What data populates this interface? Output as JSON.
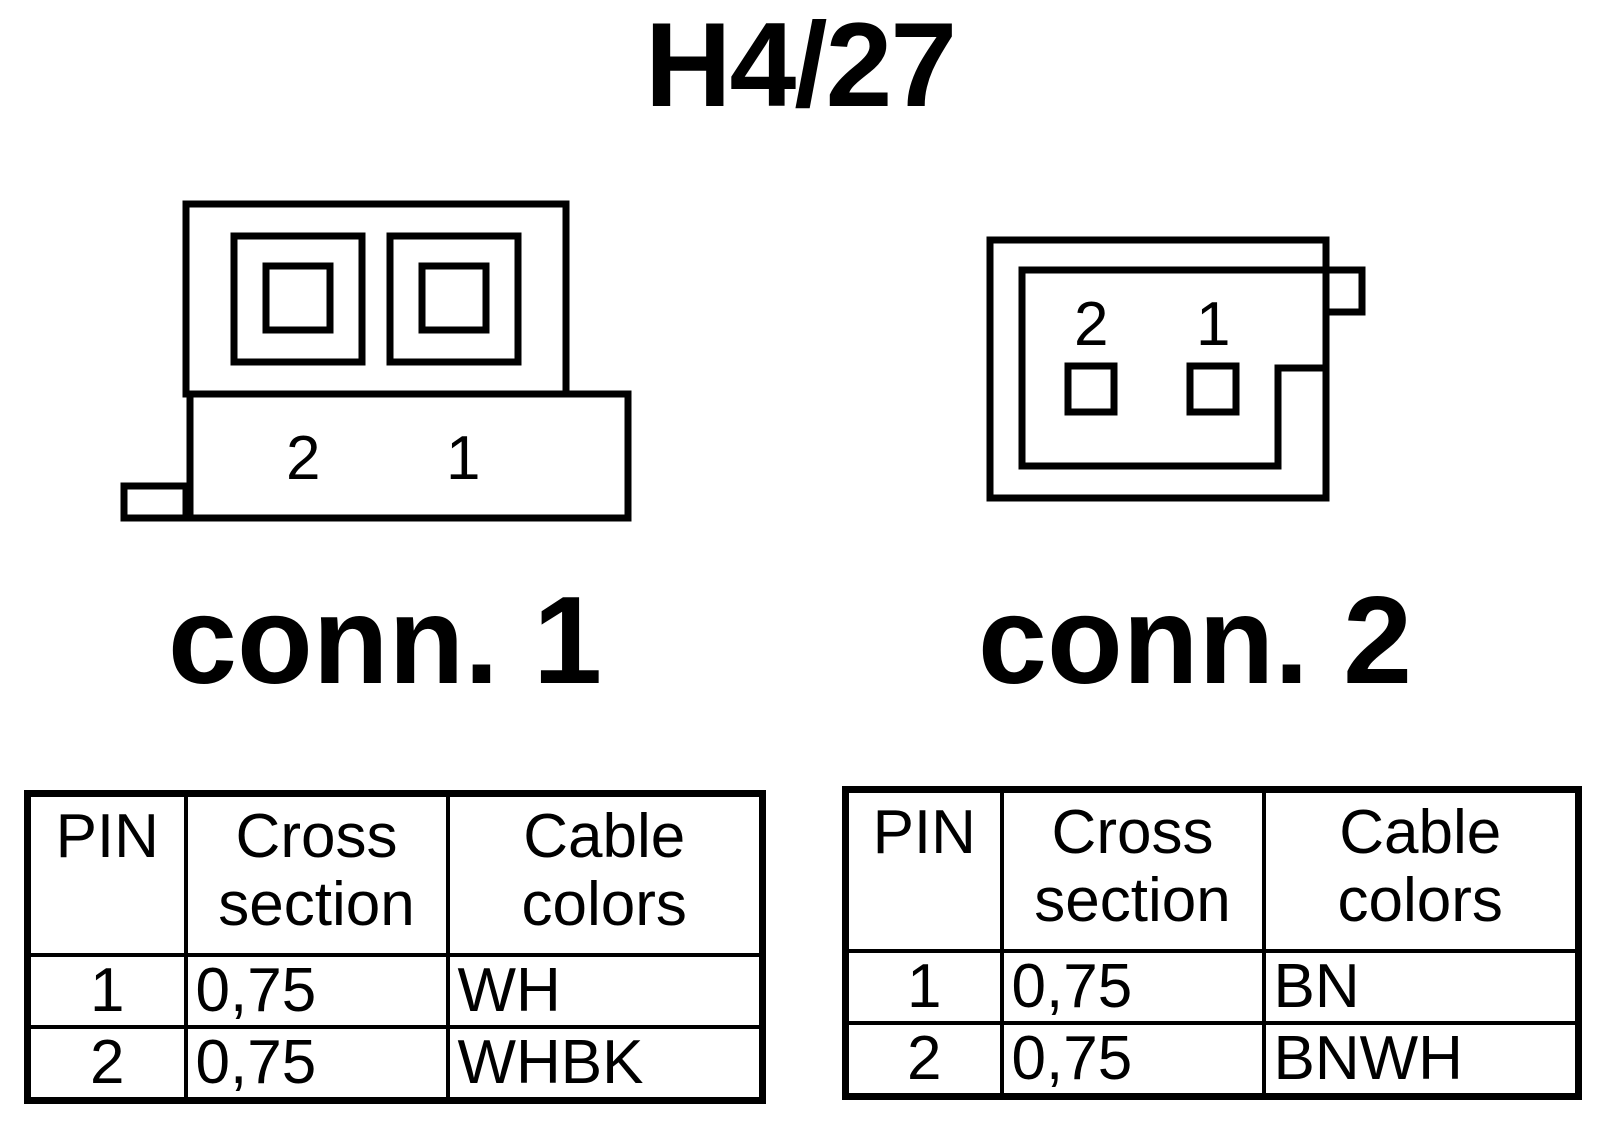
{
  "title": "H4/27",
  "connectors": [
    {
      "label": "conn. 1",
      "pin_labels": [
        "2",
        "1"
      ],
      "table": {
        "headers": [
          "PIN",
          "Cross section",
          "Cable colors"
        ],
        "rows": [
          {
            "pin": "1",
            "cross_section": "0,75",
            "color": "WH"
          },
          {
            "pin": "2",
            "cross_section": "0,75",
            "color": "WHBK"
          }
        ]
      }
    },
    {
      "label": "conn. 2",
      "pin_labels": [
        "2",
        "1"
      ],
      "table": {
        "headers": [
          "PIN",
          "Cross section",
          "Cable colors"
        ],
        "rows": [
          {
            "pin": "1",
            "cross_section": "0,75",
            "color": "BN"
          },
          {
            "pin": "2",
            "cross_section": "0,75",
            "color": "BNWH"
          }
        ]
      }
    }
  ]
}
